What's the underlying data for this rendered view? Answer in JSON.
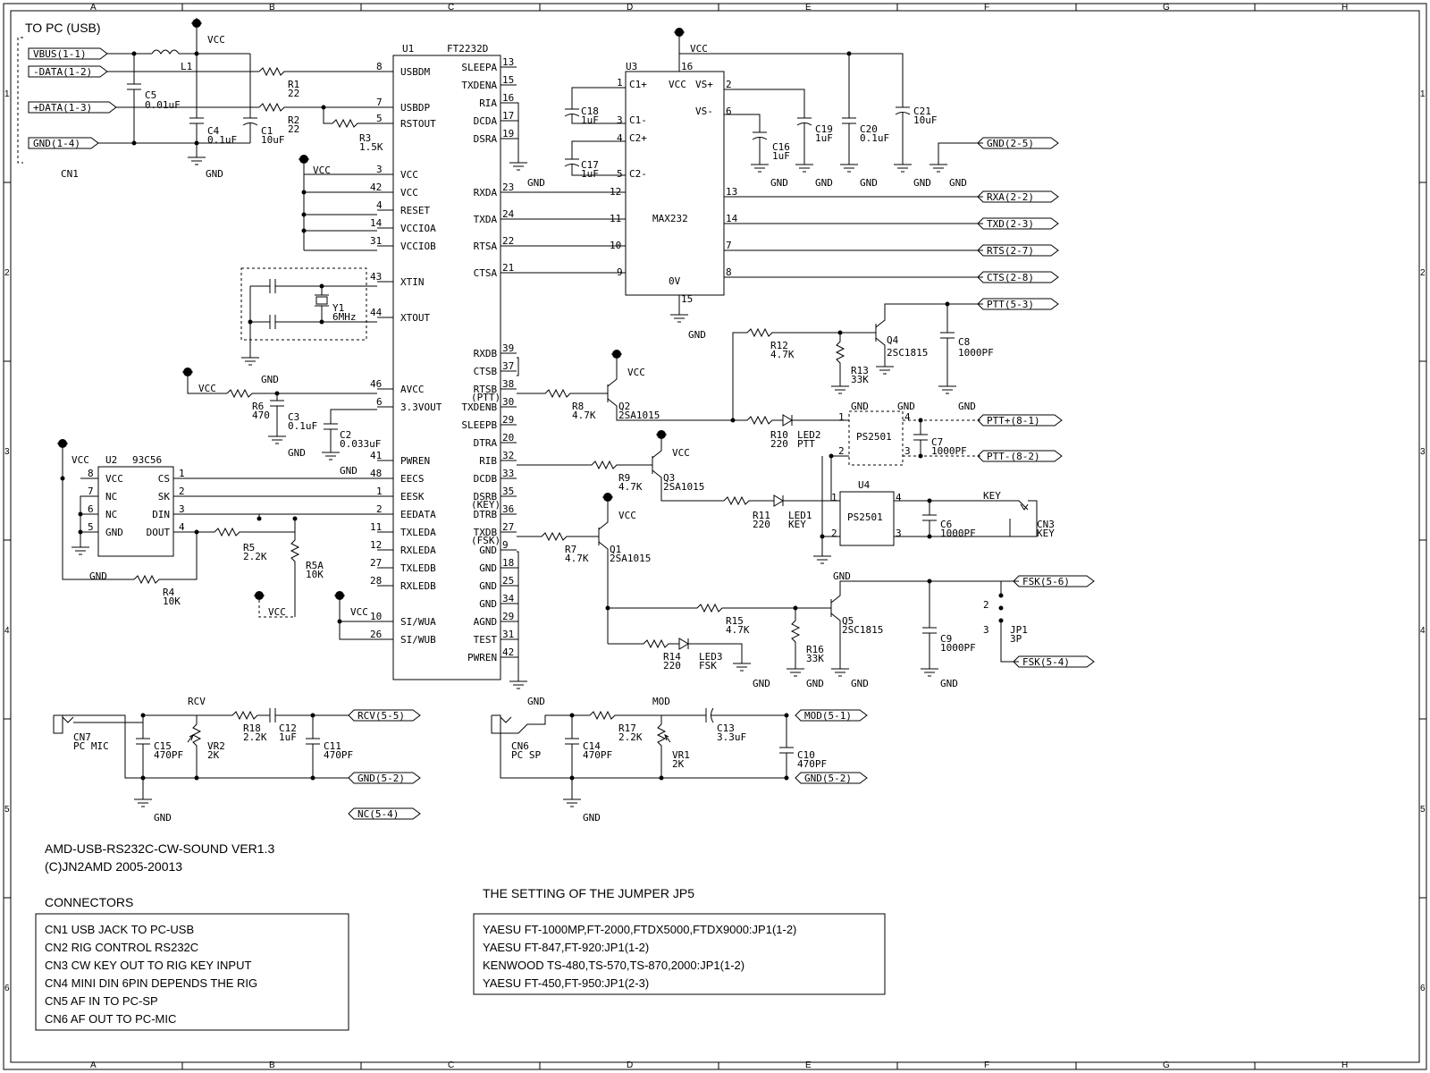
{
  "grid": {
    "cols": [
      "A",
      "B",
      "C",
      "D",
      "E",
      "F",
      "G",
      "H"
    ],
    "rows": [
      "1",
      "2",
      "3",
      "4",
      "5",
      "6"
    ]
  },
  "cn1": {
    "title": "TO PC (USB)",
    "ref": "CN1",
    "ports": [
      "VBUS(1-1)",
      "-DATA(1-2)",
      "+DATA(1-3)",
      "GND(1-4)"
    ]
  },
  "parts": {
    "L1": "L1",
    "R1": "R1",
    "R1v": "22",
    "R2": "R2",
    "R2v": "22",
    "R3": "R3",
    "R3v": "1.5K",
    "C5": "C5",
    "C5v": "0.01uF",
    "C4": "C4",
    "C4v": "0.1uF",
    "C1": "C1",
    "C1v": "10uF",
    "Y1": "Y1",
    "Y1v": "6MHz",
    "R6": "R6",
    "R6v": "470",
    "C3": "C3",
    "C3v": "0.1uF",
    "C2": "C2",
    "C2v": "0.033uF",
    "R5": "R5",
    "R5v": "2.2K",
    "R5A": "R5A",
    "R5Av": "10K",
    "R4": "R4",
    "R4v": "10K",
    "C18": "C18",
    "C18v": "1uF",
    "C17": "C17",
    "C17v": "1uF",
    "C16": "C16",
    "C16v": "1uF",
    "C19": "C19",
    "C19v": "1uF",
    "C20": "C20",
    "C20v": "0.1uF",
    "C21": "C21",
    "C21v": "10uF",
    "R8": "R8",
    "R8v": "4.7K",
    "Q2": "Q2",
    "Q2v": "2SA1015",
    "R9": "R9",
    "R9v": "4.7K",
    "Q3": "Q3",
    "Q3v": "2SA1015",
    "R7": "R7",
    "R7v": "4.7K",
    "Q1": "Q1",
    "Q1v": "2SA1015",
    "R12": "R12",
    "R12v": "4.7K",
    "R13": "R13",
    "R13v": "33K",
    "Q4": "Q4",
    "Q4v": "2SC1815",
    "C8": "C8",
    "C8v": "1000PF",
    "R10": "R10",
    "R10v": "220",
    "LED2": "LED2",
    "LED2n": "PTT",
    "C7": "C7",
    "C7v": "1000PF",
    "R11": "R11",
    "R11v": "220",
    "LED1": "LED1",
    "LED1n": "KEY",
    "U4": "U4",
    "C6": "C6",
    "C6v": "1000PF",
    "CN3": "CN3",
    "CN3n": "KEY",
    "R15": "R15",
    "R15v": "4.7K",
    "R16": "R16",
    "R16v": "33K",
    "Q5": "Q5",
    "Q5v": "2SC1815",
    "C9": "C9",
    "C9v": "1000PF",
    "JP1": "JP1",
    "JP1v": "3P",
    "R14": "R14",
    "R14v": "220",
    "LED3": "LED3",
    "LED3n": "FSK",
    "RCV": "RCV",
    "R18": "R18",
    "R18v": "2.2K",
    "C12": "C12",
    "C12v": "1uF",
    "C11": "C11",
    "C11v": "470PF",
    "C15": "C15",
    "C15v": "470PF",
    "VR2": "VR2",
    "VR2v": "2K",
    "CN7": "CN7",
    "CN7n": "PC MIC",
    "MOD": "MOD",
    "R17": "R17",
    "R17v": "2.2K",
    "C13": "C13",
    "C13v": "3.3uF",
    "C14": "C14",
    "C14v": "470PF",
    "VR1": "VR1",
    "VR1v": "2K",
    "C10": "C10",
    "C10v": "470PF",
    "CN6": "CN6",
    "CN6n": "PC SP",
    "CN1": "CN1",
    "PS2501": "PS2501",
    "PS2501b": "PS2501"
  },
  "ports_right": {
    "gnd25": "GND(2-5)",
    "rxa": "RXA(2-2)",
    "txd": "TXD(2-3)",
    "rts": "RTS(2-7)",
    "cts": "CTS(2-8)",
    "ptt": "PTT(5-3)",
    "pttp": "PTT+(8-1)",
    "pttm": "PTT-(8-2)",
    "fsk56": "FSK(5-6)",
    "fsk54": "FSK(5-4)",
    "rcv": "RCV(5-5)",
    "gnd52a": "GND(5-2)",
    "nc": "NC(5-4)",
    "mod": "MOD(5-1)",
    "gnd52b": "GND(5-2)"
  },
  "labels": {
    "vcc": "VCC",
    "gnd": "GND",
    "key": "KEY",
    "ptt_paren": "(PTT)",
    "key_paren": "(KEY)",
    "fsk_paren": "(FSK)",
    "pin1": "1",
    "pin2": "2",
    "pin3": "3",
    "pin4": "4"
  },
  "u1": {
    "ref": "U1",
    "part": "FT2232D",
    "left": [
      {
        "num": "8",
        "name": "USBDM"
      },
      {
        "num": "7",
        "name": "USBDP"
      },
      {
        "num": "5",
        "name": "RSTOUT"
      },
      {
        "num": "3",
        "name": "VCC"
      },
      {
        "num": "42",
        "name": "VCC"
      },
      {
        "num": "4",
        "name": "RESET"
      },
      {
        "num": "14",
        "name": "VCCIOA"
      },
      {
        "num": "31",
        "name": "VCCIOB"
      },
      {
        "num": "43",
        "name": "XTIN"
      },
      {
        "num": "44",
        "name": "XTOUT"
      },
      {
        "num": "46",
        "name": "AVCC"
      },
      {
        "num": "6",
        "name": "3.3VOUT"
      },
      {
        "num": "41",
        "name": "PWREN"
      },
      {
        "num": "48",
        "name": "EECS"
      },
      {
        "num": "1",
        "name": "EESK"
      },
      {
        "num": "2",
        "name": "EEDATA"
      },
      {
        "num": "11",
        "name": "TXLEDA"
      },
      {
        "num": "12",
        "name": "RXLEDA"
      },
      {
        "num": "27",
        "name": "TXLEDB"
      },
      {
        "num": "28",
        "name": "RXLEDB"
      },
      {
        "num": "10",
        "name": "SI/WUA"
      },
      {
        "num": "26",
        "name": "SI/WUB"
      }
    ],
    "right": [
      {
        "num": "13",
        "name": "SLEEPA"
      },
      {
        "num": "15",
        "name": "TXDENA"
      },
      {
        "num": "16",
        "name": "RIA"
      },
      {
        "num": "17",
        "name": "DCDA"
      },
      {
        "num": "19",
        "name": "DSRA"
      },
      {
        "num": "23",
        "name": "RXDA"
      },
      {
        "num": "24",
        "name": "TXDA"
      },
      {
        "num": "22",
        "name": "RTSA"
      },
      {
        "num": "21",
        "name": "CTSA"
      },
      {
        "num": "39",
        "name": "RXDB"
      },
      {
        "num": "37",
        "name": "CTSB"
      },
      {
        "num": "38",
        "name": "RTSB"
      },
      {
        "num": "30",
        "name": "TXDENB"
      },
      {
        "num": "29",
        "name": "SLEEPB"
      },
      {
        "num": "20",
        "name": "DTRA"
      },
      {
        "num": "32",
        "name": "RIB"
      },
      {
        "num": "33",
        "name": "DCDB"
      },
      {
        "num": "35",
        "name": "DSRB"
      },
      {
        "num": "36",
        "name": "DTRB"
      },
      {
        "num": "27",
        "name": "TXDB"
      },
      {
        "num": "9",
        "name": "GND"
      },
      {
        "num": "18",
        "name": "GND"
      },
      {
        "num": "25",
        "name": "GND"
      },
      {
        "num": "34",
        "name": "GND"
      },
      {
        "num": "29",
        "name": "AGND"
      },
      {
        "num": "31",
        "name": "TEST"
      },
      {
        "num": "42",
        "name": "PWREN"
      }
    ]
  },
  "u2": {
    "ref": "U2",
    "part": "93C56",
    "left": [
      {
        "num": "8",
        "name": "VCC"
      },
      {
        "num": "7",
        "name": "NC"
      },
      {
        "num": "6",
        "name": "NC"
      },
      {
        "num": "5",
        "name": "GND"
      }
    ],
    "right": [
      {
        "num": "1",
        "name": "CS"
      },
      {
        "num": "2",
        "name": "SK"
      },
      {
        "num": "3",
        "name": "DIN"
      },
      {
        "num": "4",
        "name": "DOUT"
      }
    ]
  },
  "u3": {
    "ref": "U3",
    "part": "MAX232",
    "pins": {
      "p16": "16",
      "p1": "1",
      "p3": "3",
      "p4": "4",
      "p5": "5",
      "p2": "2",
      "p6": "6",
      "p12": "12",
      "p11": "11",
      "p10": "10",
      "p9": "9",
      "p13": "13",
      "p14": "14",
      "p7": "7",
      "p8": "8",
      "p15": "15"
    },
    "names": {
      "c1p": "C1+",
      "vcc": "VCC",
      "vsp": "VS+",
      "c1m": "C1-",
      "vsm": "VS-",
      "c2p": "C2+",
      "c2m": "C2-",
      "zero": "0V"
    }
  },
  "title_block": {
    "line1": "AMD-USB-RS232C-CW-SOUND VER1.3",
    "line2": "(C)JN2AMD 2005-20013",
    "connectors_title": "CONNECTORS",
    "connectors": [
      "CN1 USB JACK   TO PC-USB",
      "CN2 RIG CONTROL  RS232C",
      "CN3 CW KEY OUT    TO RIG KEY INPUT",
      "CN4 MINI DIN 6PIN      DEPENDS THE RIG",
      "CN5 AF IN          TO PC-SP",
      "CN6 AF OUT         TO PC-MIC"
    ],
    "jumper_title": "THE SETTING OF THE JUMPER JP5",
    "jumper": [
      "YAESU FT-1000MP,FT-2000,FTDX5000,FTDX9000:JP1(1-2)",
      "YAESU FT-847,FT-920:JP1(1-2)",
      "KENWOOD TS-480,TS-570,TS-870,2000:JP1(1-2)",
      "YAESU FT-450,FT-950:JP1(2-3)"
    ]
  }
}
